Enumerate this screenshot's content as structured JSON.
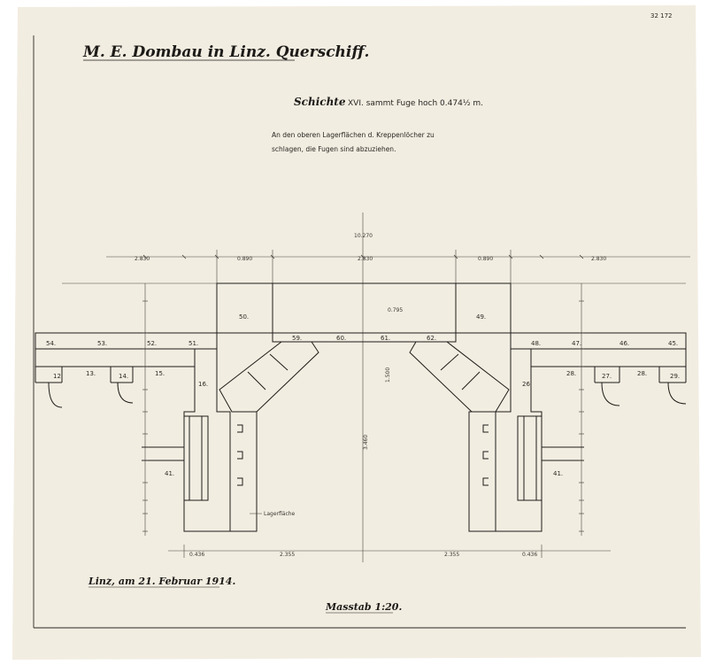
{
  "header": {
    "title": "M. E. Dombau in Linz. Querschiff.",
    "archive_mark": "32 172"
  },
  "subtitle": {
    "main": "Schichte",
    "detail": "XVI. sammt Fuge hoch 0.474½ m."
  },
  "note": {
    "line1": "An den oberen Lagerflächen d. Kreppenlöcher zu",
    "line2": "schlagen, die Fugen sind abzuziehen."
  },
  "dimensions": {
    "overall": "10.270",
    "top_row": [
      "2.830",
      "0.890",
      "2.830",
      "0.890",
      "2.830"
    ],
    "bottom_row": [
      "0.436",
      "2.355",
      "2.355",
      "0.436"
    ],
    "center_vertical": "3.460",
    "center_mid": "1.500"
  },
  "stones": {
    "left_upper": [
      "54.",
      "53.",
      "52.",
      "51."
    ],
    "left_lower": [
      "12.",
      "13.",
      "14.",
      "15.",
      "16."
    ],
    "top": [
      "50.",
      "59.",
      "60.",
      "61.",
      "62.",
      "49."
    ],
    "center_label": "0.795",
    "right_upper": [
      "48.",
      "47.",
      "46.",
      "45."
    ],
    "right_lower": [
      "26.",
      "28.",
      "27.",
      "28.",
      "29."
    ],
    "side_small": [
      "41.",
      "41."
    ]
  },
  "callout": "Lagerfläche",
  "footer": {
    "place_date": "Linz, am 21. Februar 1914.",
    "scale": "Masstab 1:20."
  }
}
